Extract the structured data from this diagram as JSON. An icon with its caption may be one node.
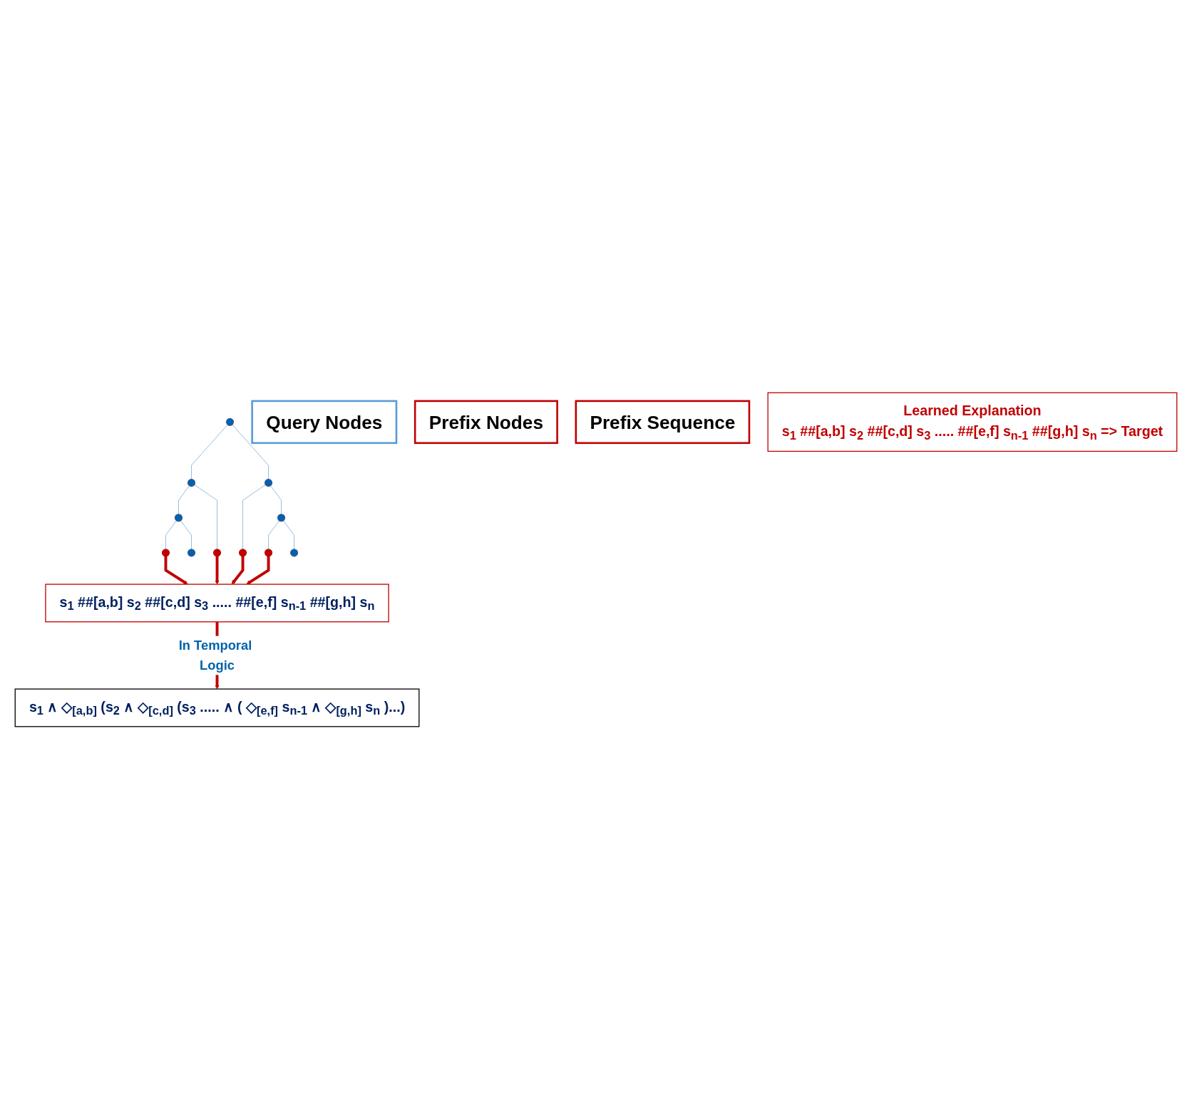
{
  "diagram": {
    "nodes": [
      {
        "text": [],
        "shape": "circle"
      },
      {
        "text": [],
        "shape": "circle"
      },
      {
        "text": [],
        "shape": "circle"
      },
      {
        "text": [],
        "shape": "circle"
      },
      {
        "text": [],
        "shape": "circle"
      },
      {
        "text": [],
        "shape": "circle"
      },
      {
        "text": [],
        "shape": "circle"
      },
      {
        "text": [],
        "shape": "circle"
      },
      {
        "text": [],
        "shape": "circle"
      },
      {
        "text": [],
        "shape": "circle"
      },
      {
        "text": [],
        "shape": "circle"
      },
      {
        "text": [
          "Query Nodes"
        ]
      },
      {
        "text": [
          "Prefix Nodes"
        ]
      },
      {
        "text": [
          "Prefix Sequence"
        ]
      },
      {
        "text": [
          "s$_{1}$ ##[a,b] s$_{2}$ ##[c,d] s$_{3}$ ..... ##[e,f] s$_{n-1}$ ##[g,h] s$_{n}$"
        ]
      },
      {
        "text": [
          "s$_{1}$ ∧ ◇$_{[a,b]}$ (s$_{2}$ ∧ ◇$_{[c,d]}$ (s$_{3}$ ..... ∧ ( ◇$_{[e,f]}$ s$_{n-1}$ ∧ ◇$_{[g,h]}$ s$_{n}$ )...)"
        ]
      },
      {
        "text": [
          "Learned Explanation",
          "s$_{1}$ ##[a,b] s$_{2}$ ##[c,d] s$_{3}$ ..... ##[e,f] s$_{n-1}$ ##[g,h] s$_{n}$ => Target"
        ]
      }
    ],
    "edges": [
      {
        "from": 0,
        "to": 1,
        "arrow": "none"
      },
      {
        "from": 0,
        "to": 2,
        "arrow": "none"
      },
      {
        "from": 1,
        "to": 3,
        "arrow": "none"
      },
      {
        "from": 1,
        "to": 4,
        "arrow": "none"
      },
      {
        "from": 2,
        "to": 5,
        "arrow": "none"
      },
      {
        "from": 2,
        "to": 6,
        "arrow": "none"
      },
      {
        "from": 3,
        "to": 7,
        "arrow": "none"
      },
      {
        "from": 3,
        "to": 8,
        "arrow": "none"
      },
      {
        "from": 6,
        "to": 9,
        "arrow": "none"
      },
      {
        "from": 6,
        "to": 10,
        "arrow": "none"
      },
      {
        "from": 7,
        "to": 14,
        "arrow": "to",
        "style": "thick",
        "color": "#c00000"
      },
      {
        "from": 4,
        "to": 14,
        "arrow": "to",
        "style": "thick",
        "color": "#c00000"
      },
      {
        "from": 5,
        "to": 14,
        "arrow": "to",
        "style": "thick",
        "color": "#c00000"
      },
      {
        "from": 9,
        "to": 14,
        "arrow": "to",
        "style": "thick",
        "color": "#c00000"
      },
      {
        "from": 14,
        "to": 15,
        "label": "In Temporal Logic",
        "arrow": "to",
        "style": "thick",
        "color": "#c00000"
      }
    ]
  }
}
